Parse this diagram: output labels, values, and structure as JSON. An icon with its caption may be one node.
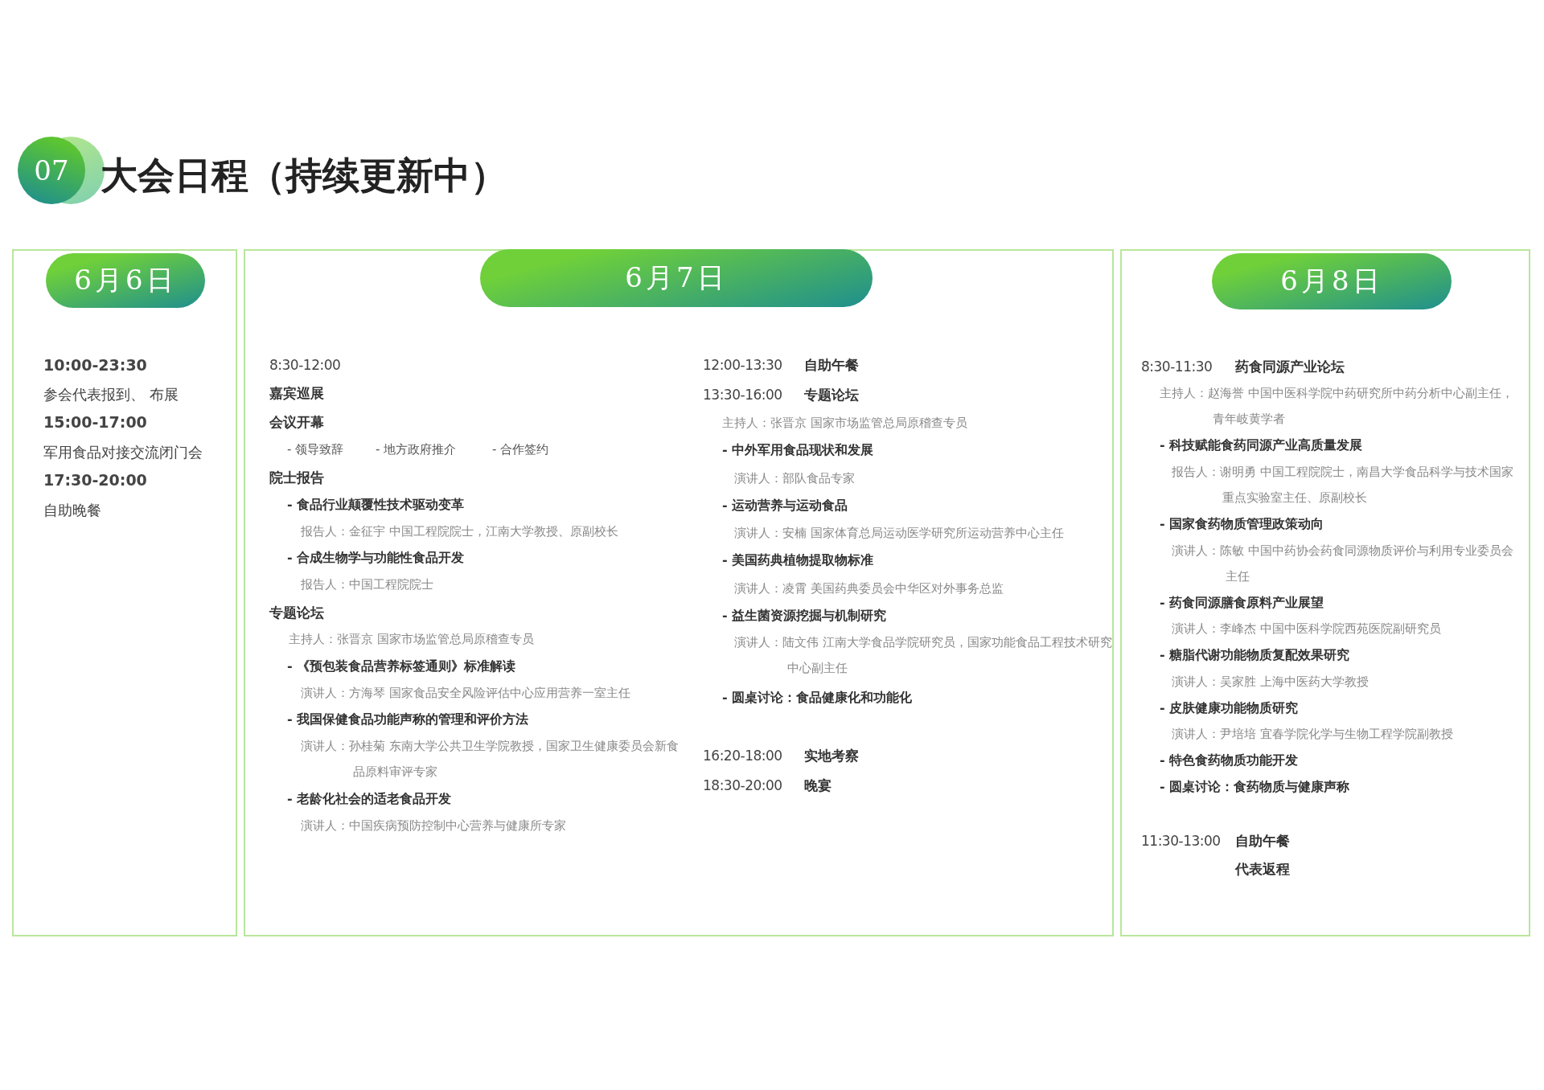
{
  "diagram": {
    "title": "大会日程（持续更新中）",
    "nodes": [
      {
        "text": [
          "07"
        ]
      },
      {
        "text": [
          "10:00-23:30",
          "参会代表报到、 布展",
          "15:00-17:00",
          "军用食品对接交流闭门会",
          "17:30-20:00",
          "自助晚餐"
        ]
      },
      {
        "text": [
          "6月6日"
        ],
        "in": 1
      },
      {
        "text": [
          "8:30-12:00",
          "嘉宾巡展",
          "会议开幕",
          "- 领导致辞",
          "- 地方政府推介",
          "- 合作签约",
          "院士报告",
          "- 食品行业颠覆性技术驱动变革",
          "报告人：金征宇 中国工程院院士，江南大学教授、原副校长",
          "- 合成生物学与功能性食品开发",
          "报告人：中国工程院院士",
          "专题论坛",
          "主持人：张晋京 国家市场监管总局原稽查专员",
          "- 《预包装食品营养标签通则》标准解读",
          "演讲人：方海琴 国家食品安全风险评估中心应用营养一室主任",
          "- 我国保健食品功能声称的管理和评价方法",
          "演讲人：孙桂菊 东南大学公共卫生学院教授，国家卫生健康委员会新食品原料审评专家",
          "- 老龄化社会的适老食品开发",
          "演讲人：中国疾病预防控制中心营养与健康所专家",
          "12:00-13:30",
          "自助午餐",
          "13:30-16:00",
          "专题论坛",
          "主持人：张晋京 国家市场监管总局原稽查专员",
          "- 中外军用食品现状和发展",
          "演讲人：部队食品专家",
          "- 运动营养与运动食品",
          "演讲人：安楠 国家体育总局运动医学研究所运动营养中心主任",
          "- 美国药典植物提取物标准",
          "演讲人：凌霄 美国药典委员会中华区对外事务总监",
          "- 益生菌资源挖掘与机制研究",
          "演讲人：陆文伟 江南大学食品学院研究员，国家功能食品工程技术研究中心副主任",
          "- 圆桌讨论：食品健康化和功能化",
          "16:20-18:00",
          "实地考察",
          "18:30-20:00",
          "晚宴"
        ]
      },
      {
        "text": [
          "6月7日"
        ],
        "in": 3
      },
      {
        "text": [
          "8:30-11:30",
          "药食同源产业论坛",
          "主持人：赵海誉 中国中医科学院中药研究所中药分析中心副主任，青年岐黄学者",
          "- 科技赋能食药同源产业高质量发展",
          "报告人：谢明勇 中国工程院院士，南昌大学食品科学与技术国家重点实验室主任、原副校长",
          "- 国家食药物质管理政策动向",
          "演讲人：陈敏 中国中药协会药食同源物质评价与利用专业委员会主任",
          "- 药食同源膳食原料产业展望",
          "演讲人：李峰杰 中国中医科学院西苑医院副研究员",
          "- 糖脂代谢功能物质复配效果研究",
          "演讲人：吴家胜 上海中医药大学教授",
          "- 皮肤健康功能物质研究",
          "演讲人：尹培培 宜春学院化学与生物工程学院副教授",
          "- 特色食药物质功能开发",
          "- 圆桌讨论：食药物质与健康声称",
          "11:30-13:00",
          "自助午餐",
          "代表返程"
        ]
      },
      {
        "text": [
          "6月8日"
        ],
        "in": 5
      }
    ],
    "edges": []
  }
}
